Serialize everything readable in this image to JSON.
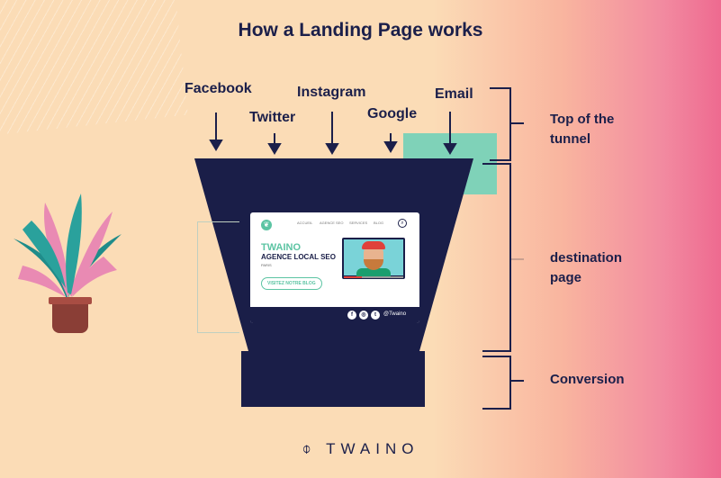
{
  "title": "How a Landing Page works",
  "sources": {
    "facebook": "Facebook",
    "twitter": "Twitter",
    "instagram": "Instagram",
    "google": "Google",
    "email": "Email"
  },
  "stages": {
    "top": "Top of the tunnel",
    "destination": "destination page",
    "conversion": "Conversion"
  },
  "card": {
    "nav": [
      "ACCUEIL",
      "AGENCE SEO",
      "SERVICES",
      "BLOG"
    ],
    "brand": "TWAINO",
    "tagline": "AGENCE LOCAL SEO",
    "city": "PARIS",
    "button": "VISITEZ NOTRE BLOG",
    "handle": "@Twaino"
  },
  "footer": {
    "logo": "TWAINO"
  },
  "colors": {
    "navy": "#1a1e48",
    "teal": "#7fd2b8",
    "accent": "#5cc4a3",
    "pink": "#ee6a90",
    "peach": "#fbdcb6"
  }
}
